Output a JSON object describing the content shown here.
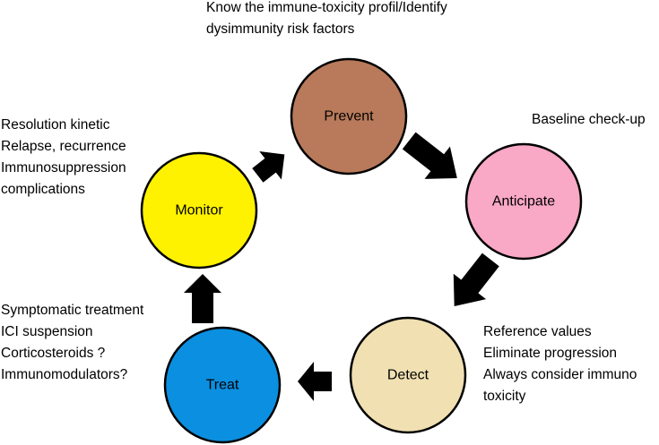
{
  "nodes": {
    "prevent": {
      "label": "Prevent",
      "color": "#B87A5A"
    },
    "anticipate": {
      "label": "Anticipate",
      "color": "#F9A8C6"
    },
    "detect": {
      "label": "Detect",
      "color": "#F0E0B2"
    },
    "treat": {
      "label": "Treat",
      "color": "#0B8FE0"
    },
    "monitor": {
      "label": "Monitor",
      "color": "#FFF200"
    }
  },
  "notes": {
    "prevent": [
      "Know the immune-toxicity profil/Identify",
      "dysimmunity risk factors"
    ],
    "anticipate": [
      "Baseline check-up"
    ],
    "detect": [
      "Reference values",
      "Eliminate progression",
      "Always consider immuno",
      "toxicity"
    ],
    "treat": [
      "Symptomatic treatment",
      "ICI suspension",
      "Corticosteroids ?",
      "Immunomodulators?"
    ],
    "monitor": [
      "Resolution kinetic",
      "Relapse, recurrence",
      "Immunosuppression",
      "complications"
    ]
  },
  "arrow_color": "#000000"
}
